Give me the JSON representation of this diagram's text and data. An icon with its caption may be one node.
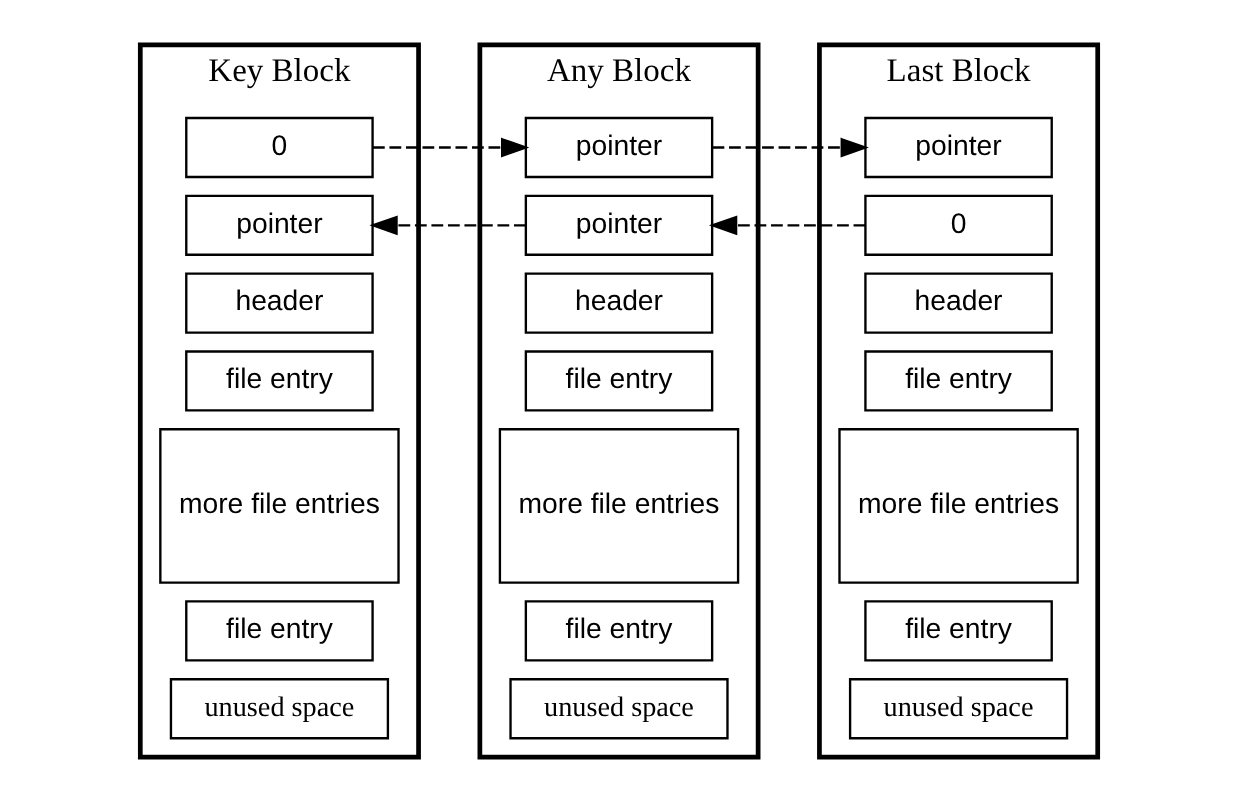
{
  "diagram": {
    "nodes": [
      {
        "text": [
          "Key Block"
        ]
      },
      {
        "text": [
          "0"
        ],
        "in": 0
      },
      {
        "text": [
          "pointer"
        ],
        "in": 0
      },
      {
        "text": [
          "header"
        ],
        "in": 0
      },
      {
        "text": [
          "file entry"
        ],
        "in": 0
      },
      {
        "text": [
          "more file entries"
        ],
        "in": 0
      },
      {
        "text": [
          "file entry"
        ],
        "in": 0
      },
      {
        "text": [
          "unused space"
        ],
        "in": 0
      },
      {
        "text": [
          "Any Block"
        ]
      },
      {
        "text": [
          "pointer"
        ],
        "in": 8
      },
      {
        "text": [
          "pointer"
        ],
        "in": 8
      },
      {
        "text": [
          "header"
        ],
        "in": 8
      },
      {
        "text": [
          "file entry"
        ],
        "in": 8
      },
      {
        "text": [
          "more file entries"
        ],
        "in": 8
      },
      {
        "text": [
          "file entry"
        ],
        "in": 8
      },
      {
        "text": [
          "unused space"
        ],
        "in": 8
      },
      {
        "text": [
          "Last Block"
        ]
      },
      {
        "text": [
          "pointer"
        ],
        "in": 16
      },
      {
        "text": [
          "0"
        ],
        "in": 16
      },
      {
        "text": [
          "header"
        ],
        "in": 16
      },
      {
        "text": [
          "file entry"
        ],
        "in": 16
      },
      {
        "text": [
          "more file entries"
        ],
        "in": 16
      },
      {
        "text": [
          "file entry"
        ],
        "in": 16
      },
      {
        "text": [
          "unused space"
        ],
        "in": 16
      }
    ],
    "edges": [
      {
        "from": 1,
        "to": 9,
        "arrow": "to",
        "style": "dashed"
      },
      {
        "from": 10,
        "to": 2,
        "arrow": "to",
        "style": "dashed"
      },
      {
        "from": 9,
        "to": 17,
        "arrow": "to",
        "style": "dashed"
      },
      {
        "from": 18,
        "to": 10,
        "arrow": "to",
        "style": "dashed"
      }
    ]
  }
}
